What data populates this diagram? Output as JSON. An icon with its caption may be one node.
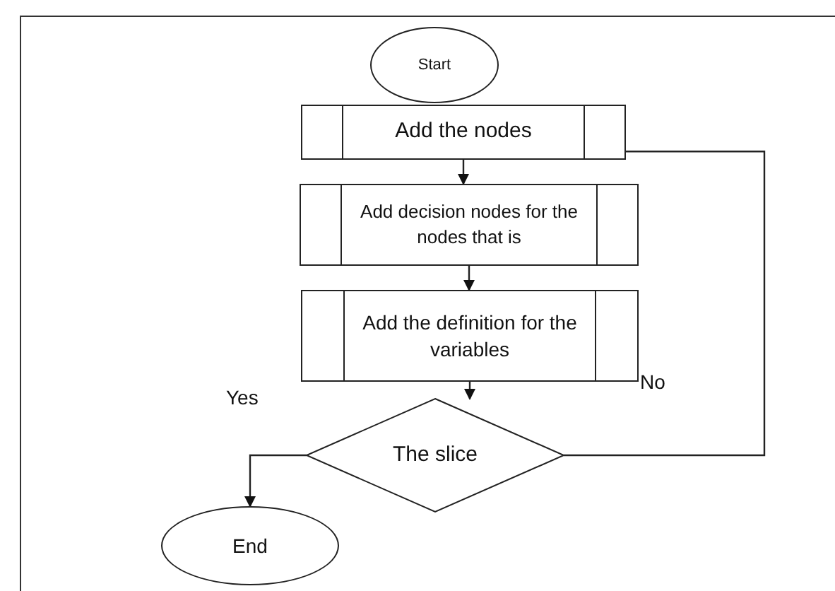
{
  "diagram": {
    "nodes": [
      {
        "text": [
          "Start"
        ]
      },
      {
        "text": [
          "Add the nodes"
        ]
      },
      {
        "text": [
          "Add decision nodes for the nodes that is"
        ]
      },
      {
        "text": [
          "Add the definition for the variables"
        ]
      },
      {
        "text": [
          "The slice"
        ]
      },
      {
        "text": [
          "End"
        ]
      }
    ],
    "edges": [
      {
        "from": 1,
        "to": 2,
        "arrow": "to"
      },
      {
        "from": 2,
        "to": 3,
        "arrow": "to"
      },
      {
        "from": 3,
        "to": 4,
        "arrow": "to"
      },
      {
        "from": 4,
        "to": 5,
        "arrow": "to"
      },
      {
        "from": 4,
        "to": 1,
        "arrow": "none"
      }
    ],
    "labels": [
      "Yes",
      "No"
    ]
  }
}
